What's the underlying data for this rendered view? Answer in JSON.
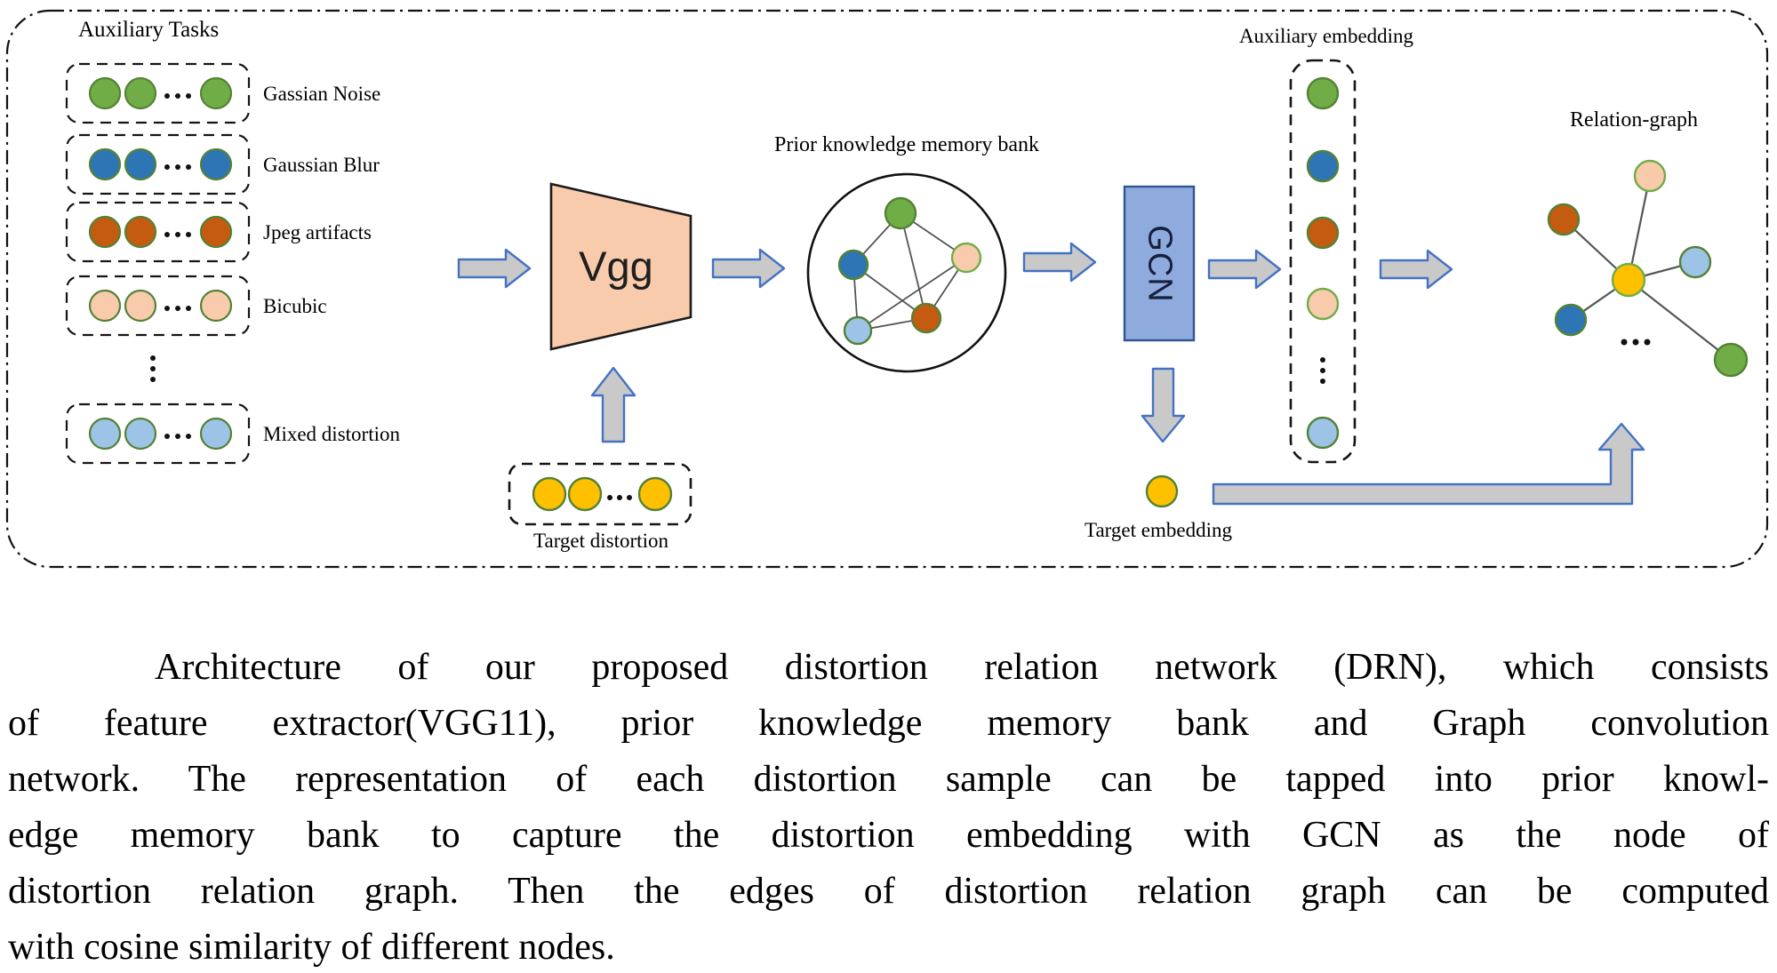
{
  "figure": {
    "auxiliary_tasks": {
      "title": "Auxiliary Tasks",
      "rows": [
        {
          "label": "Gassian Noise",
          "color_key": "green"
        },
        {
          "label": "Gaussian Blur",
          "color_key": "blue"
        },
        {
          "label": "Jpeg artifacts",
          "color_key": "dark_orange"
        },
        {
          "label": "Bicubic",
          "color_key": "peach"
        },
        {
          "label": "Mixed distortion",
          "color_key": "light_blue"
        }
      ]
    },
    "vgg_label": "Vgg",
    "target_distortion_label": "Target distortion",
    "memory_bank_title": "Prior knowledge memory bank",
    "gcn_label": "GCN",
    "auxiliary_embedding_title": "Auxiliary embedding",
    "target_embedding_label": "Target embedding",
    "relation_graph_title": "Relation-graph"
  },
  "caption": {
    "lines": [
      "Architecture of our proposed distortion relation network (DRN), which consists",
      "of feature extractor(VGG11), prior knowledge memory bank and Graph convolution",
      "network. The representation of each distortion sample can be tapped into prior knowl-",
      "edge memory bank to capture the distortion embedding with GCN as the node of",
      "distortion relation graph. Then the edges of distortion relation graph can be computed",
      "with cosine similarity of different nodes."
    ]
  },
  "colors": {
    "green": "#70AD47",
    "green_border": "#548235",
    "blue": "#2E75B6",
    "dark_orange": "#C55A11",
    "peach": "#F8CBAD",
    "light_blue": "#9DC3E6",
    "yellow": "#FFC000",
    "arrow_fill": "#C9C9C9",
    "arrow_border": "#4472C4",
    "vgg_fill": "#F8CBAD",
    "gcn_fill": "#8FAADC",
    "gcn_border": "#2F5597"
  }
}
